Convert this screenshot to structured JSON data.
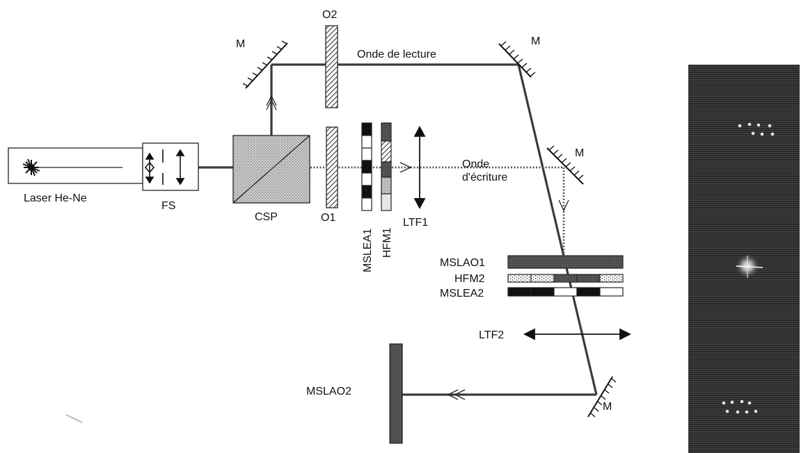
{
  "labels": {
    "laser": "Laser He-Ne",
    "fs": "FS",
    "csp": "CSP",
    "o1": "O1",
    "o2": "O2",
    "mslea1": "MSLEA1",
    "hfm1": "HFM1",
    "ltf1": "LTF1",
    "ltf2": "LTF2",
    "read_wave": "Onde de lecture",
    "write_wave_1": "Onde",
    "write_wave_2": "d'écriture",
    "mslao1": "MSLAO1",
    "hfm2": "HFM2",
    "mslea2": "MSLEA2",
    "mslao2": "MSLAO2",
    "mirror": "M"
  },
  "icons": {
    "laser_source": "starburst-icon",
    "mirror": "hatched-mirror-icon",
    "lens": "double-arrow-lens-icon",
    "inset_photo": "diffraction-pattern-photo"
  },
  "colors": {
    "line": "#222222",
    "beam": "#3a3a3a",
    "photo_background": "#2b2b2b",
    "spot": "#e8e8e8"
  }
}
